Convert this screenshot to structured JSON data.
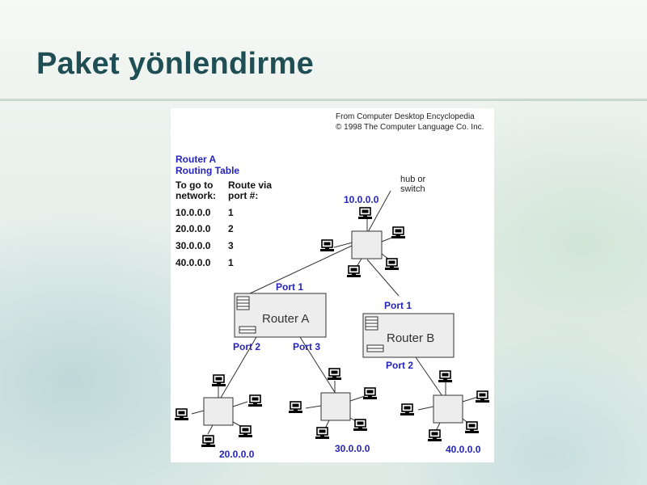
{
  "page": {
    "title": "Paket yönlendirme"
  },
  "diagram": {
    "credit_line1": "From Computer Desktop Encyclopedia",
    "credit_line2": "© 1998 The Computer Language Co. Inc.",
    "table": {
      "title_line1": "Router A",
      "title_line2": "Routing Table",
      "header_col1_line1": "To go to",
      "header_col1_line2": "network:",
      "header_col2_line1": "Route via",
      "header_col2_line2": "port #:",
      "rows": [
        {
          "network": "10.0.0.0",
          "port": "1"
        },
        {
          "network": "20.0.0.0",
          "port": "2"
        },
        {
          "network": "30.0.0.0",
          "port": "3"
        },
        {
          "network": "40.0.0.0",
          "port": "1"
        }
      ]
    },
    "hub_label_line1": "hub or",
    "hub_label_line2": "switch",
    "networks": [
      "10.0.0.0",
      "20.0.0.0",
      "30.0.0.0",
      "40.0.0.0"
    ],
    "routers": {
      "router_a": "Router A",
      "router_b": "Router B"
    },
    "ports": {
      "a_port1": "Port 1",
      "a_port2": "Port 2",
      "a_port3": "Port 3",
      "b_port1": "Port 1",
      "b_port2": "Port 2"
    }
  }
}
